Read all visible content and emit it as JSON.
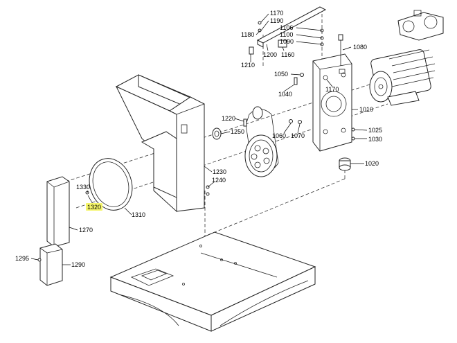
{
  "highlight_color": "#f5f56a",
  "labels": {
    "l1170": "1170",
    "l1190": "1190",
    "l1180": "1180",
    "l1106": "1106",
    "l1100": "1100",
    "l1090": "1090",
    "l1080": "1080",
    "l1200": "1200",
    "l1160": "1160",
    "l1210": "1210",
    "l1050": "1050",
    "l1040": "1040",
    "l1170b": "1170",
    "l1010": "1010",
    "l1220": "1220",
    "l1250": "1250",
    "l1060": "1060",
    "l1070": "1070",
    "l1025": "1025",
    "l1030": "1030",
    "l1020": "1020",
    "l1230": "1230",
    "l1240": "1240",
    "l1330": "1330",
    "l1320": "1320",
    "l1310": "1310",
    "l1270": "1270",
    "l1295": "1295",
    "l1290": "1290"
  }
}
